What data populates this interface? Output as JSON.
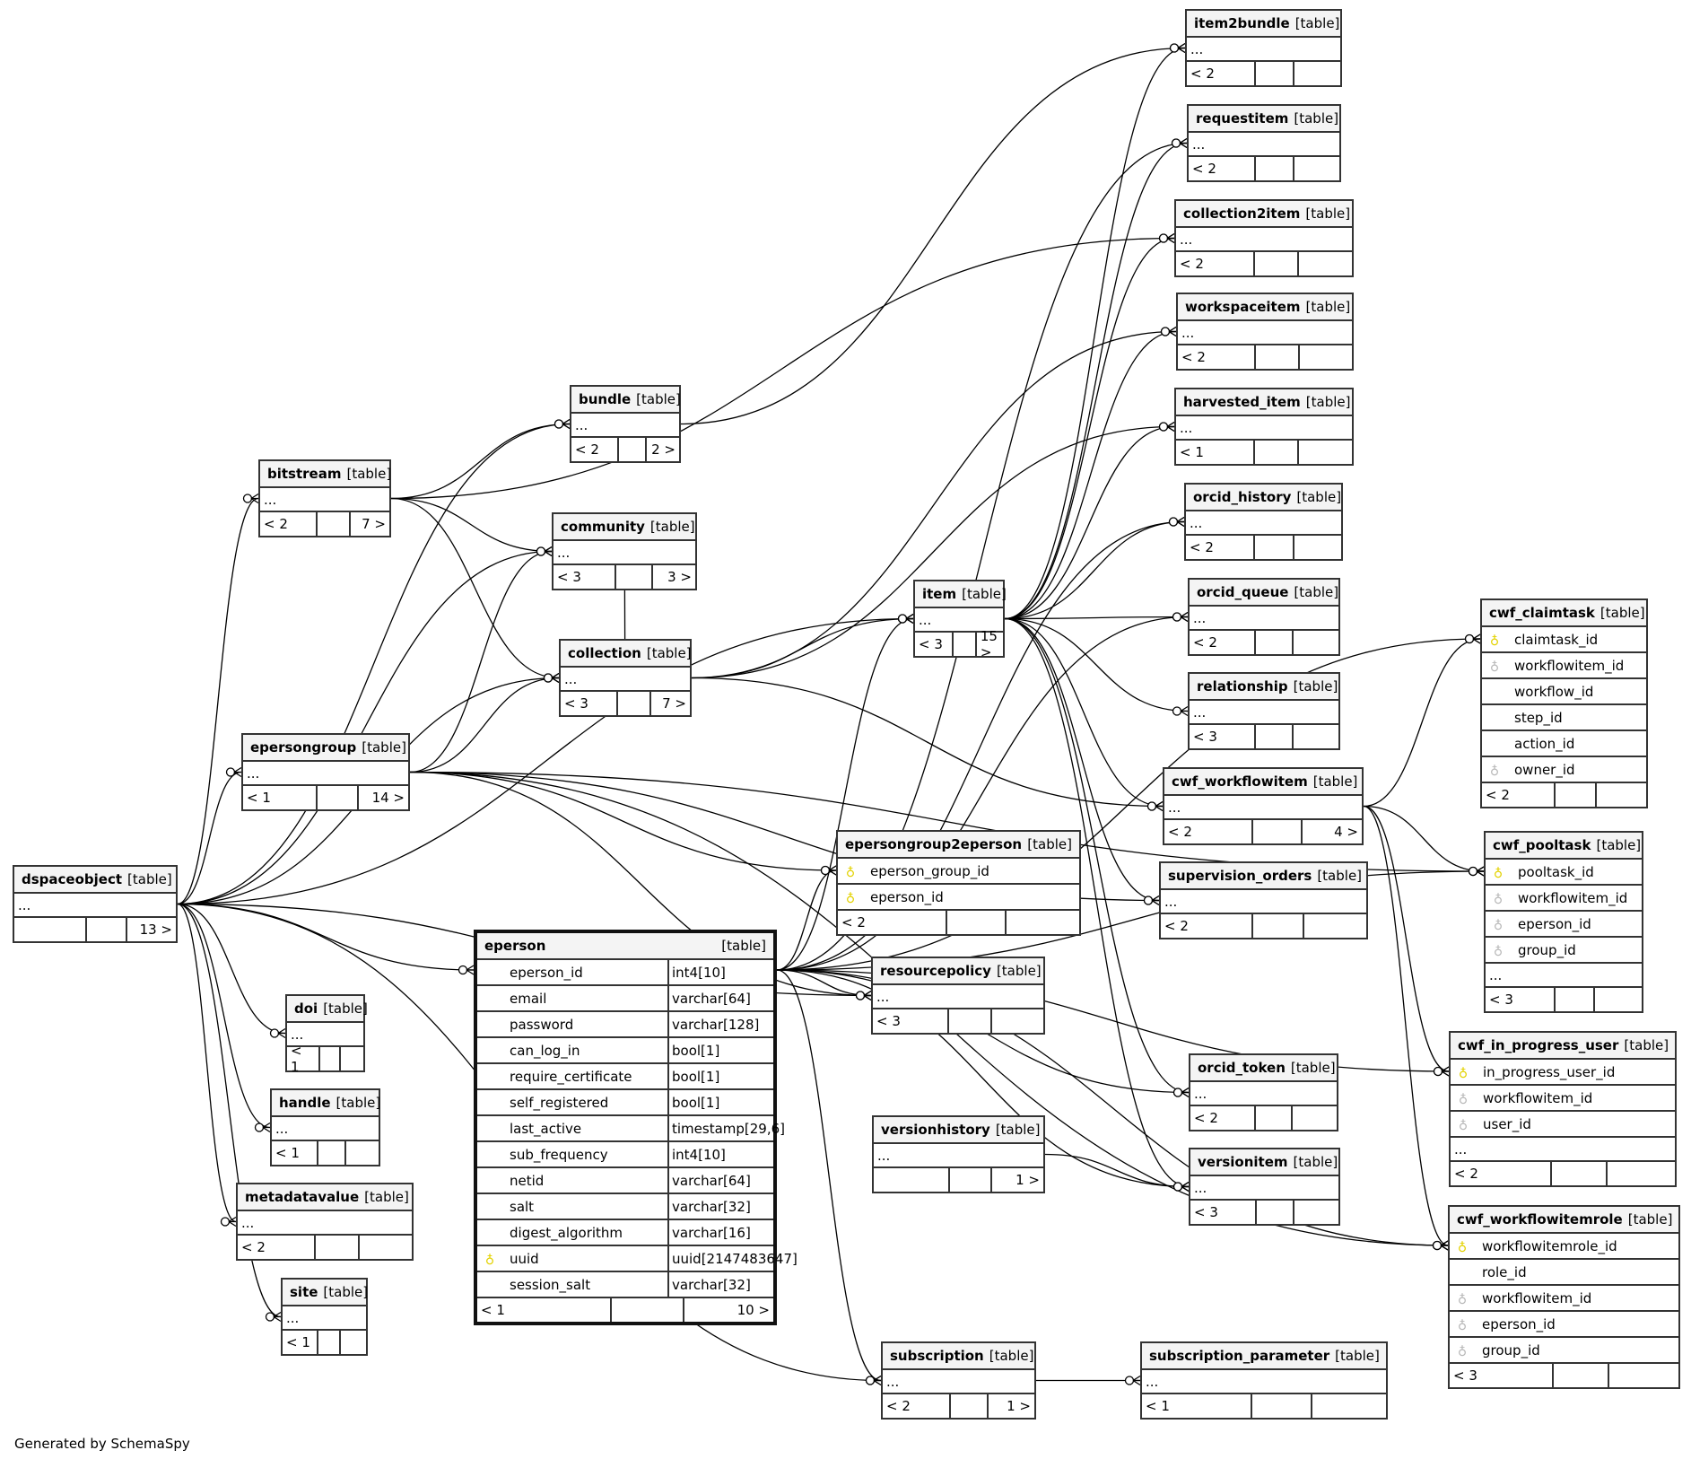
{
  "diagram": {
    "generator_note": "Generated by SchemaSpy",
    "table_tag": "[table]",
    "focus_table": "eperson",
    "tables": [
      {
        "id": "item2bundle",
        "name": "item2bundle",
        "columns": [],
        "more": "...",
        "footer": [
          "< 2",
          "",
          ""
        ]
      },
      {
        "id": "requestitem",
        "name": "requestitem",
        "columns": [],
        "more": "...",
        "footer": [
          "< 2",
          "",
          ""
        ]
      },
      {
        "id": "collection2item",
        "name": "collection2item",
        "columns": [],
        "more": "...",
        "footer": [
          "< 2",
          "",
          ""
        ]
      },
      {
        "id": "workspaceitem",
        "name": "workspaceitem",
        "columns": [],
        "more": "...",
        "footer": [
          "< 2",
          "",
          ""
        ]
      },
      {
        "id": "harvested_item",
        "name": "harvested_item",
        "columns": [],
        "more": "...",
        "footer": [
          "< 1",
          "",
          ""
        ]
      },
      {
        "id": "orcid_history",
        "name": "orcid_history",
        "columns": [],
        "more": "...",
        "footer": [
          "< 2",
          "",
          ""
        ]
      },
      {
        "id": "orcid_queue",
        "name": "orcid_queue",
        "columns": [],
        "more": "...",
        "footer": [
          "< 2",
          "",
          ""
        ]
      },
      {
        "id": "relationship",
        "name": "relationship",
        "columns": [],
        "more": "...",
        "footer": [
          "< 3",
          "",
          ""
        ]
      },
      {
        "id": "cwf_workflowitem",
        "name": "cwf_workflowitem",
        "columns": [],
        "more": "...",
        "footer": [
          "< 2",
          "",
          "4 >"
        ]
      },
      {
        "id": "supervision_orders",
        "name": "supervision_orders",
        "columns": [],
        "more": "...",
        "footer": [
          "< 2",
          "",
          ""
        ]
      },
      {
        "id": "orcid_token",
        "name": "orcid_token",
        "columns": [],
        "more": "...",
        "footer": [
          "< 2",
          "",
          ""
        ]
      },
      {
        "id": "versionitem",
        "name": "versionitem",
        "columns": [],
        "more": "...",
        "footer": [
          "< 3",
          "",
          ""
        ]
      },
      {
        "id": "cwf_claimtask",
        "name": "cwf_claimtask",
        "columns": [
          {
            "name": "claimtask_id",
            "key": "pk"
          },
          {
            "name": "workflowitem_id",
            "key": "fk"
          },
          {
            "name": "workflow_id",
            "key": ""
          },
          {
            "name": "step_id",
            "key": ""
          },
          {
            "name": "action_id",
            "key": ""
          },
          {
            "name": "owner_id",
            "key": "fk"
          }
        ],
        "more": null,
        "footer": [
          "< 2",
          "",
          ""
        ]
      },
      {
        "id": "cwf_pooltask",
        "name": "cwf_pooltask",
        "columns": [
          {
            "name": "pooltask_id",
            "key": "pk"
          },
          {
            "name": "workflowitem_id",
            "key": "fk"
          },
          {
            "name": "eperson_id",
            "key": "fk"
          },
          {
            "name": "group_id",
            "key": "fk"
          }
        ],
        "more": "...",
        "footer": [
          "< 3",
          "",
          ""
        ]
      },
      {
        "id": "cwf_in_progress_user",
        "name": "cwf_in_progress_user",
        "columns": [
          {
            "name": "in_progress_user_id",
            "key": "pk"
          },
          {
            "name": "workflowitem_id",
            "key": "fk"
          },
          {
            "name": "user_id",
            "key": "fk"
          }
        ],
        "more": "...",
        "footer": [
          "< 2",
          "",
          ""
        ]
      },
      {
        "id": "cwf_workflowitemrole",
        "name": "cwf_workflowitemrole",
        "columns": [
          {
            "name": "workflowitemrole_id",
            "key": "pk"
          },
          {
            "name": "role_id",
            "key": ""
          },
          {
            "name": "workflowitem_id",
            "key": "fk"
          },
          {
            "name": "eperson_id",
            "key": "fk"
          },
          {
            "name": "group_id",
            "key": "fk"
          }
        ],
        "more": null,
        "footer": [
          "< 3",
          "",
          ""
        ]
      },
      {
        "id": "eperson",
        "name": "eperson",
        "columns": [
          {
            "name": "eperson_id",
            "key": "",
            "type": "int4[10]"
          },
          {
            "name": "email",
            "key": "",
            "type": "varchar[64]"
          },
          {
            "name": "password",
            "key": "",
            "type": "varchar[128]"
          },
          {
            "name": "can_log_in",
            "key": "",
            "type": "bool[1]"
          },
          {
            "name": "require_certificate",
            "key": "",
            "type": "bool[1]"
          },
          {
            "name": "self_registered",
            "key": "",
            "type": "bool[1]"
          },
          {
            "name": "last_active",
            "key": "",
            "type": "timestamp[29,6]"
          },
          {
            "name": "sub_frequency",
            "key": "",
            "type": "int4[10]"
          },
          {
            "name": "netid",
            "key": "",
            "type": "varchar[64]"
          },
          {
            "name": "salt",
            "key": "",
            "type": "varchar[32]"
          },
          {
            "name": "digest_algorithm",
            "key": "",
            "type": "varchar[16]"
          },
          {
            "name": "uuid",
            "key": "pk",
            "type": "uuid[2147483647]"
          },
          {
            "name": "session_salt",
            "key": "",
            "type": "varchar[32]"
          }
        ],
        "more": null,
        "footer": [
          "< 1",
          "",
          "10 >"
        ]
      },
      {
        "id": "dspaceobject",
        "name": "dspaceobject",
        "columns": [],
        "more": "...",
        "footer": [
          "",
          "",
          "13 >"
        ]
      },
      {
        "id": "bundle",
        "name": "bundle",
        "columns": [],
        "more": "...",
        "footer": [
          "< 2",
          "",
          "2 >"
        ]
      },
      {
        "id": "bitstream",
        "name": "bitstream",
        "columns": [],
        "more": "...",
        "footer": [
          "< 2",
          "",
          "7 >"
        ]
      },
      {
        "id": "community",
        "name": "community",
        "columns": [],
        "more": "...",
        "footer": [
          "< 3",
          "",
          "3 >"
        ]
      },
      {
        "id": "collection",
        "name": "collection",
        "columns": [],
        "more": "...",
        "footer": [
          "< 3",
          "",
          "7 >"
        ]
      },
      {
        "id": "item",
        "name": "item",
        "columns": [],
        "more": "...",
        "footer": [
          "< 3",
          "",
          "15 >"
        ]
      },
      {
        "id": "epersongroup",
        "name": "epersongroup",
        "columns": [],
        "more": "...",
        "footer": [
          "< 1",
          "",
          "14 >"
        ]
      },
      {
        "id": "epersongroup2eperson",
        "name": "epersongroup2eperson",
        "columns": [
          {
            "name": "eperson_group_id",
            "key": "pk"
          },
          {
            "name": "eperson_id",
            "key": "pk"
          }
        ],
        "more": null,
        "footer": [
          "< 2",
          "",
          ""
        ]
      },
      {
        "id": "resourcepolicy",
        "name": "resourcepolicy",
        "columns": [],
        "more": "...",
        "footer": [
          "< 3",
          "",
          ""
        ]
      },
      {
        "id": "versionhistory",
        "name": "versionhistory",
        "columns": [],
        "more": "...",
        "footer": [
          "",
          "",
          "1 >"
        ]
      },
      {
        "id": "subscription",
        "name": "subscription",
        "columns": [],
        "more": "...",
        "footer": [
          "< 2",
          "",
          "1 >"
        ]
      },
      {
        "id": "subscription_parameter",
        "name": "subscription_parameter",
        "columns": [],
        "more": "...",
        "footer": [
          "< 1",
          "",
          ""
        ]
      },
      {
        "id": "doi",
        "name": "doi",
        "columns": [],
        "more": "...",
        "footer": [
          "< 1",
          "",
          ""
        ]
      },
      {
        "id": "handle",
        "name": "handle",
        "columns": [],
        "more": "...",
        "footer": [
          "< 1",
          "",
          ""
        ]
      },
      {
        "id": "metadatavalue",
        "name": "metadatavalue",
        "columns": [],
        "more": "...",
        "footer": [
          "< 2",
          "",
          ""
        ]
      },
      {
        "id": "site",
        "name": "site",
        "columns": [],
        "more": "...",
        "footer": [
          "< 1",
          "",
          ""
        ]
      }
    ],
    "relationships": [
      [
        "dspaceobject",
        "bundle"
      ],
      [
        "dspaceobject",
        "bitstream"
      ],
      [
        "dspaceobject",
        "community"
      ],
      [
        "dspaceobject",
        "item"
      ],
      [
        "dspaceobject",
        "collection"
      ],
      [
        "dspaceobject",
        "epersongroup"
      ],
      [
        "dspaceobject",
        "doi"
      ],
      [
        "dspaceobject",
        "handle"
      ],
      [
        "dspaceobject",
        "metadatavalue"
      ],
      [
        "dspaceobject",
        "site"
      ],
      [
        "dspaceobject",
        "resourcepolicy"
      ],
      [
        "dspaceobject",
        "eperson"
      ],
      [
        "dspaceobject",
        "subscription"
      ],
      [
        "bitstream",
        "bundle"
      ],
      [
        "bitstream",
        "community"
      ],
      [
        "bitstream",
        "collection"
      ],
      [
        "bitstream",
        "collection2item"
      ],
      [
        "bundle",
        "item2bundle"
      ],
      [
        "item",
        "item2bundle"
      ],
      [
        "item",
        "requestitem"
      ],
      [
        "item",
        "collection2item"
      ],
      [
        "item",
        "workspaceitem"
      ],
      [
        "item",
        "harvested_item"
      ],
      [
        "item",
        "orcid_history"
      ],
      [
        "item",
        "orcid_queue"
      ],
      [
        "item",
        "relationship"
      ],
      [
        "item",
        "cwf_workflowitem"
      ],
      [
        "item",
        "supervision_orders"
      ],
      [
        "item",
        "orcid_token"
      ],
      [
        "item",
        "versionitem"
      ],
      [
        "collection",
        "item"
      ],
      [
        "collection",
        "workspaceitem"
      ],
      [
        "collection",
        "harvested_item"
      ],
      [
        "collection",
        "cwf_workflowitem"
      ],
      [
        "collection",
        "community"
      ],
      [
        "epersongroup",
        "community"
      ],
      [
        "epersongroup",
        "collection"
      ],
      [
        "epersongroup",
        "epersongroup2eperson"
      ],
      [
        "epersongroup",
        "resourcepolicy"
      ],
      [
        "epersongroup",
        "supervision_orders"
      ],
      [
        "epersongroup",
        "cwf_pooltask"
      ],
      [
        "epersongroup",
        "cwf_workflowitemrole"
      ],
      [
        "eperson",
        "epersongroup2eperson"
      ],
      [
        "eperson",
        "resourcepolicy"
      ],
      [
        "eperson",
        "item"
      ],
      [
        "eperson",
        "requestitem"
      ],
      [
        "eperson",
        "orcid_token"
      ],
      [
        "eperson",
        "versionitem"
      ],
      [
        "eperson",
        "subscription"
      ],
      [
        "eperson",
        "cwf_claimtask"
      ],
      [
        "eperson",
        "cwf_pooltask"
      ],
      [
        "eperson",
        "cwf_in_progress_user"
      ],
      [
        "eperson",
        "cwf_workflowitemrole"
      ],
      [
        "eperson",
        "orcid_queue"
      ],
      [
        "eperson",
        "orcid_history"
      ],
      [
        "cwf_workflowitem",
        "cwf_claimtask"
      ],
      [
        "cwf_workflowitem",
        "cwf_pooltask"
      ],
      [
        "cwf_workflowitem",
        "cwf_in_progress_user"
      ],
      [
        "cwf_workflowitem",
        "cwf_workflowitemrole"
      ],
      [
        "versionhistory",
        "versionitem"
      ],
      [
        "subscription",
        "subscription_parameter"
      ]
    ]
  }
}
